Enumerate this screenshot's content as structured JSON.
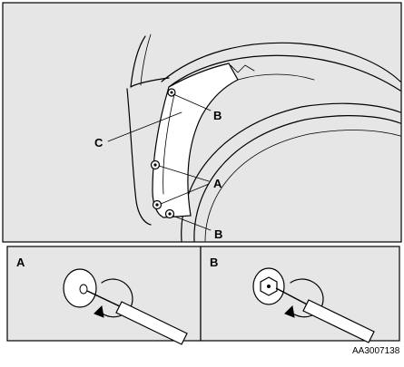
{
  "figure": {
    "main_view": {
      "callouts": {
        "B_top": "B",
        "C": "C",
        "A": "A",
        "B_bottom": "B"
      }
    },
    "detail_a": {
      "label": "A"
    },
    "detail_b": {
      "label": "B"
    },
    "figure_code": "AA3007138"
  }
}
